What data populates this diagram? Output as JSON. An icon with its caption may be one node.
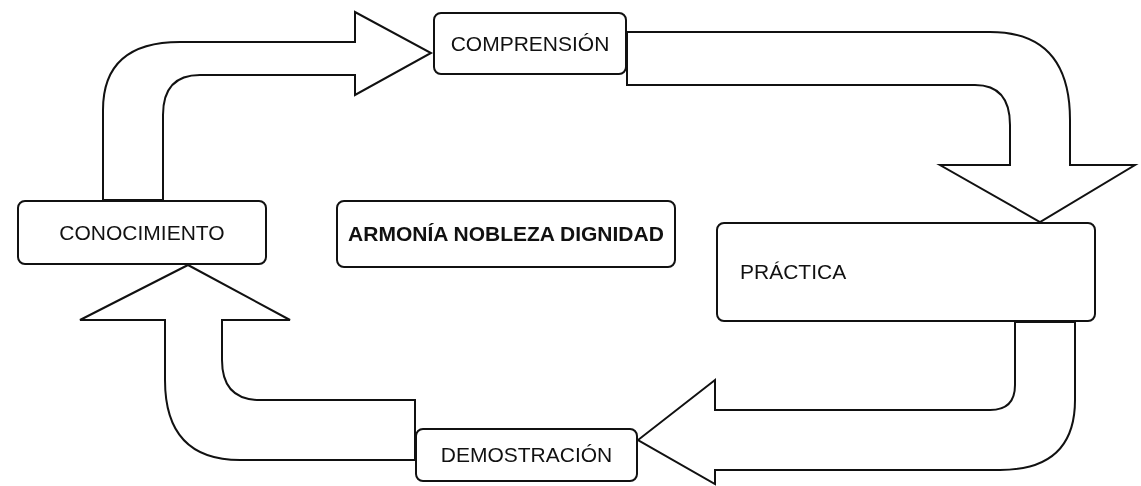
{
  "diagram": {
    "nodes": [
      {
        "text": [
          "COMPRENSIÓN"
        ]
      },
      {
        "text": [
          "CONOCIMIENTO"
        ]
      },
      {
        "text": [
          "ARMONÍA NOBLEZA DIGNIDAD"
        ]
      },
      {
        "text": [
          "PRÁCTICA"
        ]
      },
      {
        "text": [
          "DEMOSTRACIÓN"
        ]
      }
    ],
    "edges": [
      {
        "from": 1,
        "to": 0,
        "arrow": "to"
      },
      {
        "from": 0,
        "to": 3,
        "arrow": "to"
      },
      {
        "from": 3,
        "to": 4,
        "arrow": "to"
      },
      {
        "from": 4,
        "to": 1,
        "arrow": "to"
      }
    ]
  }
}
